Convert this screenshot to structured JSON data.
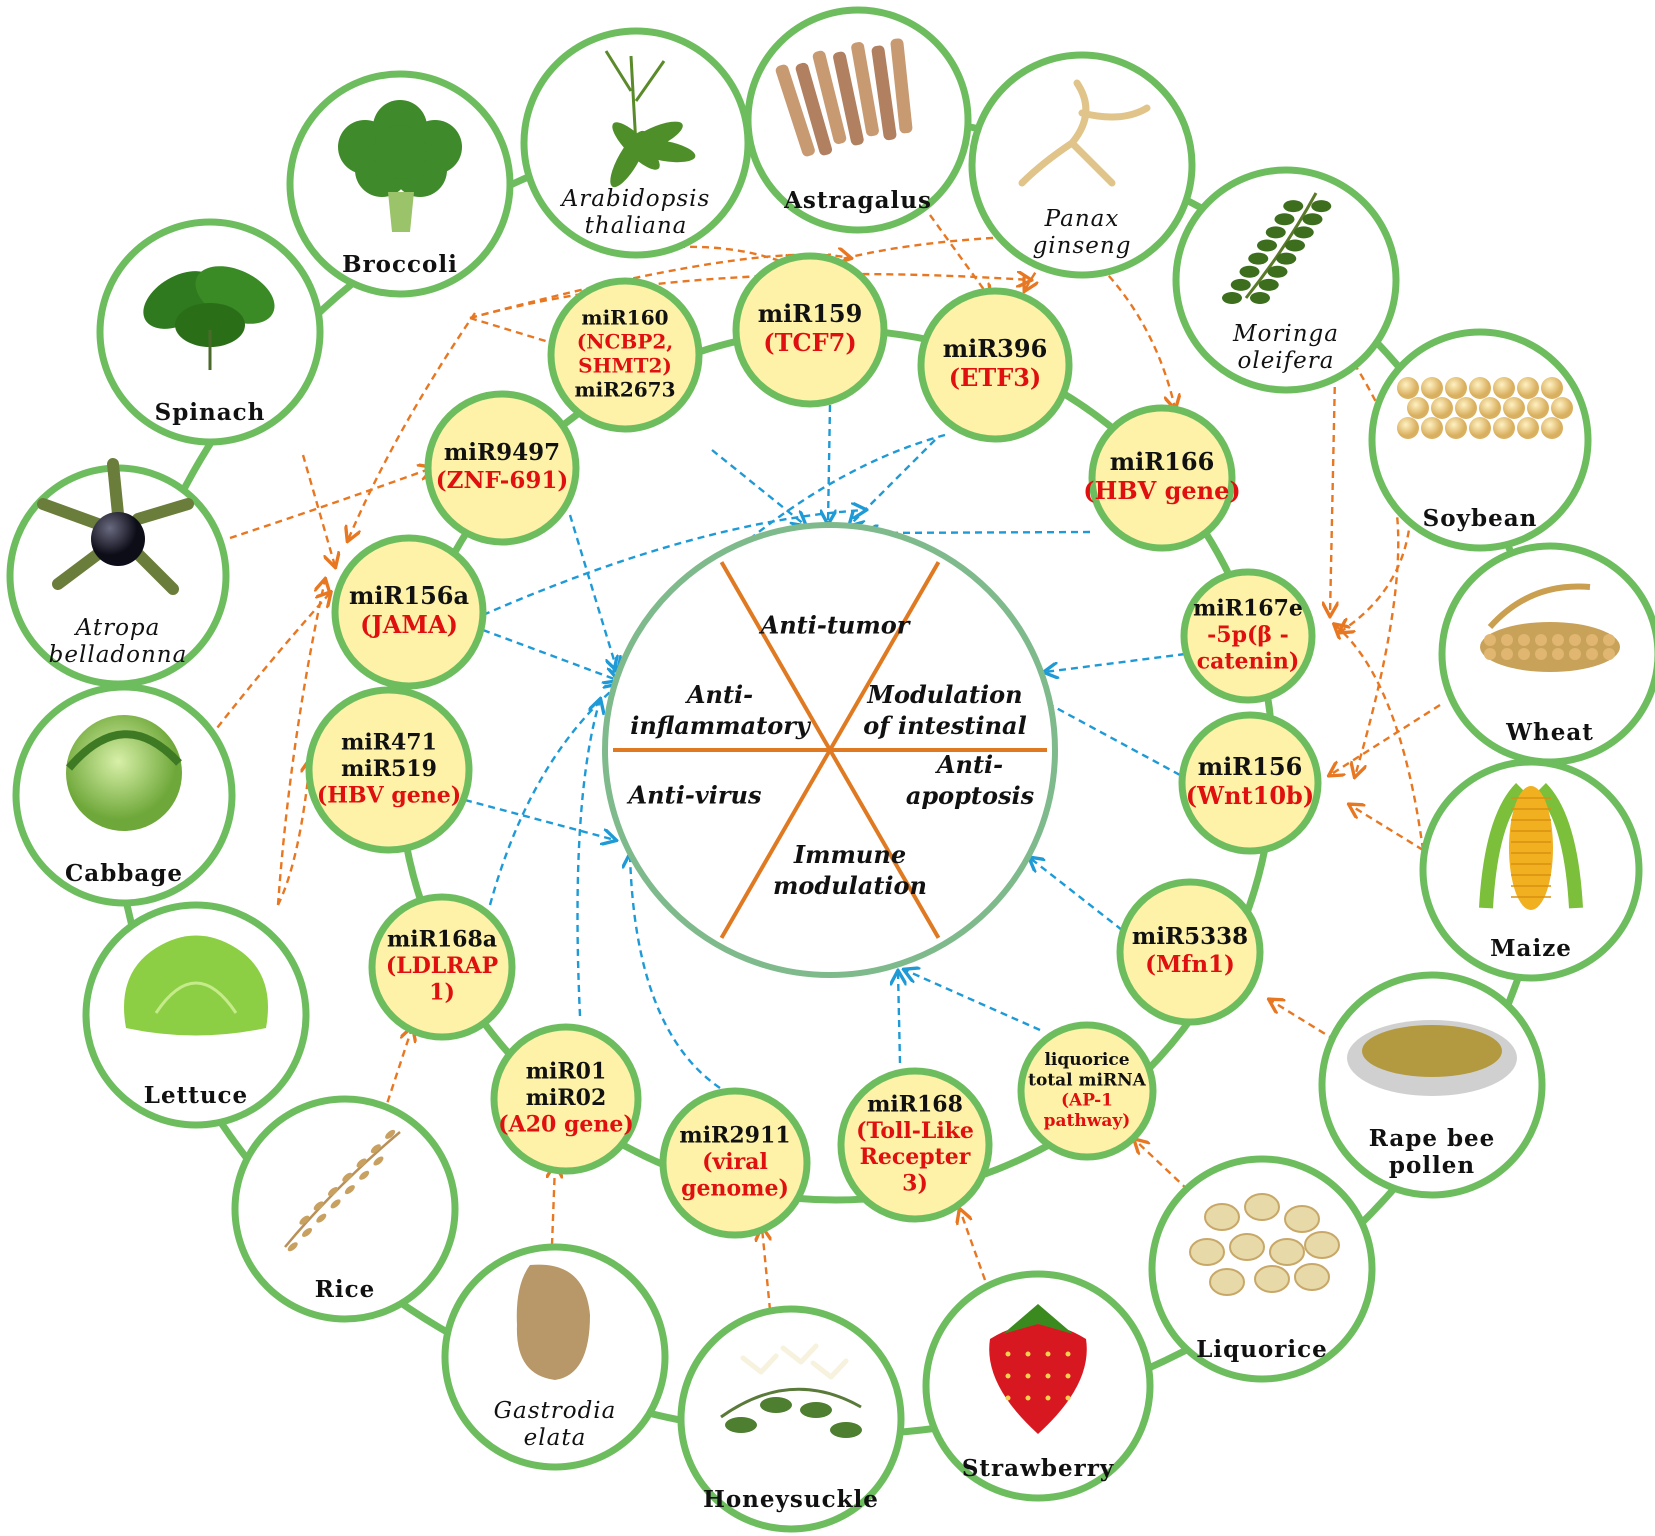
{
  "colors": {
    "ring": "#6dbd5f",
    "mirna_fill": "#fdf2a8",
    "orange_arrow": "#e87722",
    "blue_arrow": "#1e9ad6",
    "center_ring": "#7fba8c",
    "spoke": "#e07a22",
    "red_text": "#e01010"
  },
  "center": {
    "effects": [
      {
        "id": "anti-tumor",
        "lines": [
          "Anti-tumor"
        ]
      },
      {
        "id": "anti-inflammatory",
        "lines": [
          "Anti-",
          "inflammatory"
        ]
      },
      {
        "id": "modulation-intestinal",
        "lines": [
          "Modulation",
          "of intestinal"
        ]
      },
      {
        "id": "anti-virus",
        "lines": [
          "Anti-virus"
        ]
      },
      {
        "id": "anti-apoptosis",
        "lines": [
          "Anti-",
          "apoptosis"
        ]
      },
      {
        "id": "immune-modulation",
        "lines": [
          "Immune",
          "modulation"
        ]
      }
    ]
  },
  "mirnas": [
    {
      "id": "mir160",
      "lines": [
        {
          "t": "miR160",
          "red": false
        },
        {
          "t": "(NCBP2,",
          "red": true
        },
        {
          "t": "SHMT2)",
          "red": true
        },
        {
          "t": "miR2673",
          "red": false
        }
      ]
    },
    {
      "id": "mir159",
      "lines": [
        {
          "t": "miR159",
          "red": false
        },
        {
          "t": "(TCF7)",
          "red": true
        }
      ]
    },
    {
      "id": "mir396",
      "lines": [
        {
          "t": "miR396",
          "red": false
        },
        {
          "t": "(ETF3)",
          "red": true
        }
      ]
    },
    {
      "id": "mir166",
      "lines": [
        {
          "t": "miR166",
          "red": false
        },
        {
          "t": "(HBV gene)",
          "red": true
        }
      ]
    },
    {
      "id": "mir167e",
      "lines": [
        {
          "t": "miR167e",
          "red": false
        },
        {
          "t": "-5p(β -",
          "red": true
        },
        {
          "t": "catenin)",
          "red": true
        }
      ]
    },
    {
      "id": "mir156",
      "lines": [
        {
          "t": "miR156",
          "red": false
        },
        {
          "t": "(Wnt10b)",
          "red": true
        }
      ]
    },
    {
      "id": "mir5338",
      "lines": [
        {
          "t": "miR5338",
          "red": false
        },
        {
          "t": "(Mfn1)",
          "red": true
        }
      ]
    },
    {
      "id": "liquorice-mirna",
      "lines": [
        {
          "t": "liquorice",
          "red": false
        },
        {
          "t": "total miRNA",
          "red": false
        },
        {
          "t": "(AP-1",
          "red": true
        },
        {
          "t": "pathway)",
          "red": true
        }
      ]
    },
    {
      "id": "mir168",
      "lines": [
        {
          "t": "miR168",
          "red": false
        },
        {
          "t": "(Toll-Like",
          "red": true
        },
        {
          "t": "Recepter",
          "red": true
        },
        {
          "t": "3)",
          "red": true
        }
      ]
    },
    {
      "id": "mir2911",
      "lines": [
        {
          "t": "miR2911",
          "red": false
        },
        {
          "t": "(viral",
          "red": true
        },
        {
          "t": "genome)",
          "red": true
        }
      ]
    },
    {
      "id": "mir01",
      "lines": [
        {
          "t": "miR01",
          "red": false
        },
        {
          "t": "miR02",
          "red": false
        },
        {
          "t": "(A20 gene)",
          "red": true
        }
      ]
    },
    {
      "id": "mir168a",
      "lines": [
        {
          "t": "miR168a",
          "red": false
        },
        {
          "t": "(LDLRAP",
          "red": true
        },
        {
          "t": "1)",
          "red": true
        }
      ]
    },
    {
      "id": "mir471",
      "lines": [
        {
          "t": "miR471",
          "red": false
        },
        {
          "t": "miR519",
          "red": false
        },
        {
          "t": "(HBV gene)",
          "red": true
        }
      ]
    },
    {
      "id": "mir156a",
      "lines": [
        {
          "t": "miR156a",
          "red": false
        },
        {
          "t": "(JAMA)",
          "red": true
        }
      ]
    },
    {
      "id": "mir9497",
      "lines": [
        {
          "t": "miR9497",
          "red": false
        },
        {
          "t": "(ZNF-691)",
          "red": true
        }
      ]
    }
  ],
  "plants": [
    {
      "id": "arabidopsis",
      "lines": [
        "Arabidopsis",
        "thaliana"
      ],
      "italic": true,
      "icon": "small-rosette-plant-icon"
    },
    {
      "id": "astragalus",
      "lines": [
        "Astragalus"
      ],
      "italic": false,
      "icon": "root-sticks-icon"
    },
    {
      "id": "panax",
      "lines": [
        "Panax",
        "ginseng"
      ],
      "italic": true,
      "icon": "ginseng-root-icon"
    },
    {
      "id": "moringa",
      "lines": [
        "Moringa",
        "oleifera"
      ],
      "italic": true,
      "icon": "leaflet-branch-icon"
    },
    {
      "id": "soybean",
      "lines": [
        "Soybean"
      ],
      "italic": false,
      "icon": "soybeans-icon"
    },
    {
      "id": "wheat",
      "lines": [
        "Wheat"
      ],
      "italic": false,
      "icon": "wheat-grain-icon"
    },
    {
      "id": "maize",
      "lines": [
        "Maize"
      ],
      "italic": false,
      "icon": "corn-cob-icon"
    },
    {
      "id": "rape",
      "lines": [
        "Rape bee",
        "pollen"
      ],
      "italic": false,
      "icon": "pollen-bowl-icon"
    },
    {
      "id": "liquorice",
      "lines": [
        "Liquorice"
      ],
      "italic": false,
      "icon": "root-slices-icon"
    },
    {
      "id": "strawberry",
      "lines": [
        "Strawberry"
      ],
      "italic": false,
      "icon": "strawberry-icon"
    },
    {
      "id": "honeysuckle",
      "lines": [
        "Honeysuckle"
      ],
      "italic": false,
      "icon": "honeysuckle-flower-icon"
    },
    {
      "id": "gastrodia",
      "lines": [
        "Gastrodia",
        "elata"
      ],
      "italic": true,
      "icon": "tuber-icon"
    },
    {
      "id": "rice",
      "lines": [
        "Rice"
      ],
      "italic": false,
      "icon": "rice-panicle-icon"
    },
    {
      "id": "lettuce",
      "lines": [
        "Lettuce"
      ],
      "italic": false,
      "icon": "lettuce-icon"
    },
    {
      "id": "cabbage",
      "lines": [
        "Cabbage"
      ],
      "italic": false,
      "icon": "cabbage-icon"
    },
    {
      "id": "atropa",
      "lines": [
        "Atropa",
        "belladonna"
      ],
      "italic": true,
      "icon": "berry-icon"
    },
    {
      "id": "spinach",
      "lines": [
        "Spinach"
      ],
      "italic": false,
      "icon": "spinach-leaves-icon"
    },
    {
      "id": "broccoli",
      "lines": [
        "Broccoli"
      ],
      "italic": false,
      "icon": "broccoli-icon"
    }
  ]
}
